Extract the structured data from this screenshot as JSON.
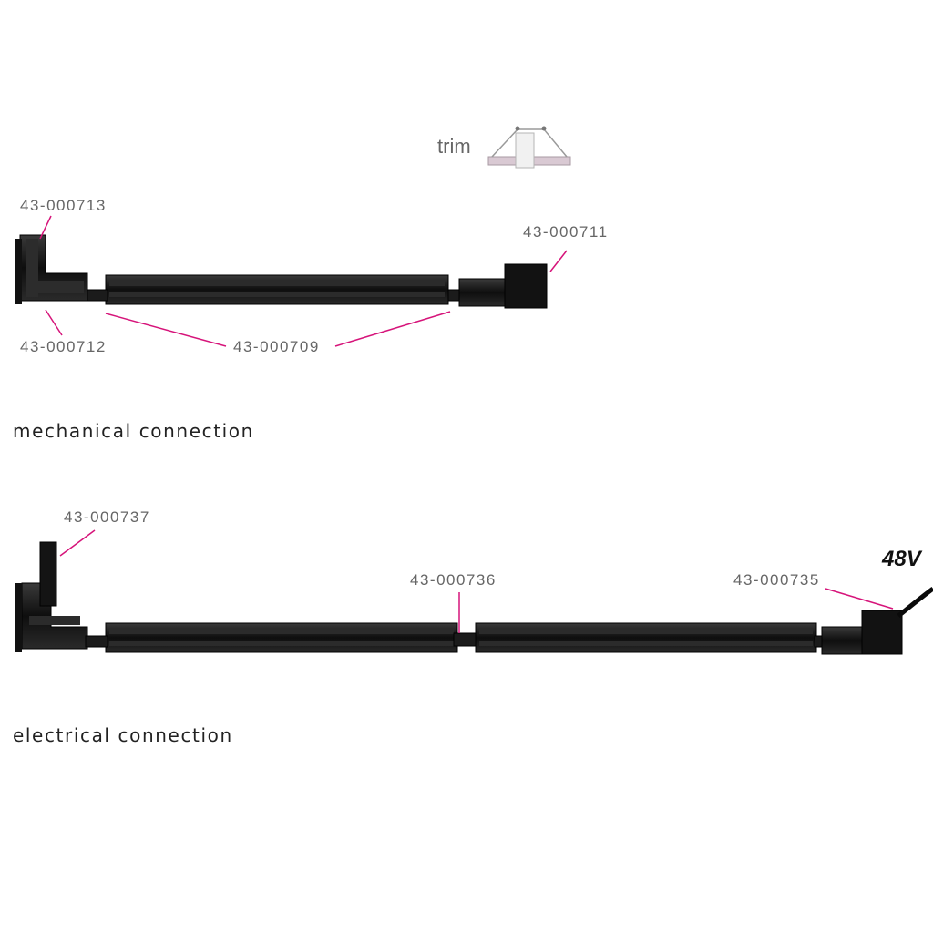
{
  "trim": {
    "label": "trim"
  },
  "mechanical": {
    "title": "mechanical connection",
    "parts": [
      "43-000713",
      "43-000711",
      "43-000712",
      "43-000709"
    ]
  },
  "electrical": {
    "title": "electrical connection",
    "parts": [
      "43-000737",
      "43-000736",
      "43-000735"
    ],
    "voltage": "48V"
  },
  "colors": {
    "leader": "#d6147a",
    "track": "#151515",
    "label": "#666666"
  }
}
